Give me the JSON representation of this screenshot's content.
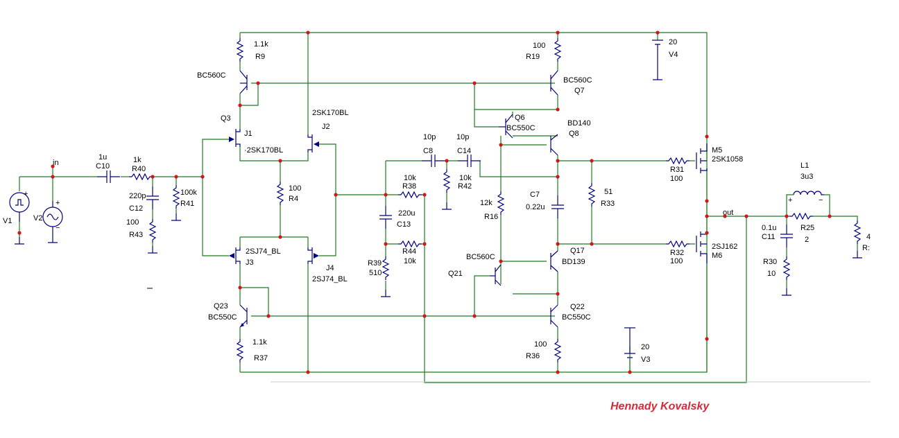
{
  "author": "Hennady Kovalsky",
  "colors": {
    "wire": "#1f7a1f",
    "component": "#000080",
    "node": "#d01818",
    "author": "#d42a3a"
  },
  "labels": {
    "in": "in",
    "out": "out",
    "V1": "V1",
    "V2": "V2",
    "C10_name": "C10",
    "C10_val": "1u",
    "R40_name": "R40",
    "R40_val": "1k",
    "C12_name": "C12",
    "C12_val": "220p",
    "R43_name": "R43",
    "R43_val": "100",
    "R41_name": "R41",
    "R41_val": "100k",
    "R9_name": "R9",
    "R9_val": "1.1k",
    "Q3_name": "Q3",
    "Q3_type": "BC560C",
    "J1_name": "J1",
    "J1_type": "·2SK170BL",
    "J2_name": "J2",
    "J2_type": "2SK170BL",
    "R4_name": "R4",
    "R4_val": "100",
    "J3_name": "J3",
    "J3_type": "2SJ74_BL",
    "J4_name": "J4",
    "J4_type": "2SJ74_BL",
    "Q23_name": "Q23",
    "Q23_type": "BC550C",
    "R37_name": "R37",
    "R37_val": "1.1k",
    "C8_name": "C8",
    "C8_val": "10p",
    "C14_name": "C14",
    "C14_val": "10p",
    "R38_name": "R38",
    "R38_val": "10k",
    "R42_name": "R42",
    "R42_val": "10k",
    "C13_name": "C13",
    "C13_val": "220u",
    "R44_name": "R44",
    "R44_val": "10k",
    "R39_name": "R39",
    "R39_val": "510",
    "R19_name": "R19",
    "R19_val": "100",
    "Q7_name": "Q7",
    "Q7_type": "BC560C",
    "Q6_name": "Q6",
    "Q6_type": "BC550C",
    "Q8_name": "Q8",
    "Q8_type": "BD140",
    "R16_name": "R16",
    "R16_val": "12k",
    "C7_name": "C7",
    "C7_val": "0.22u",
    "R33_name": "R33",
    "R33_val": "51",
    "Q17_name": "Q17",
    "Q17_type": "BD139",
    "Q21_name": "Q21",
    "Q21_type": "BC560C",
    "Q22_name": "Q22",
    "Q22_type": "BC550C",
    "R36_name": "R36",
    "R36_val": "100",
    "V4_name": "V4",
    "V4_val": "20",
    "V3_name": "V3",
    "V3_val": "20",
    "R31_name": "R31",
    "R31_val": "100",
    "M5_name": "M5",
    "M5_type": "2SK1058",
    "R32_name": "R32",
    "R32_val": "100",
    "M6_name": "M6",
    "M6_type": "2SJ162",
    "L1_name": "L1",
    "L1_val": "3u3",
    "C11_name": "C11",
    "C11_val": "0.1u",
    "R25_name": "R25",
    "R25_val": "2",
    "R30_name": "R30",
    "R30_val": "10",
    "RL_name": "R:",
    "RL_val": "4"
  }
}
